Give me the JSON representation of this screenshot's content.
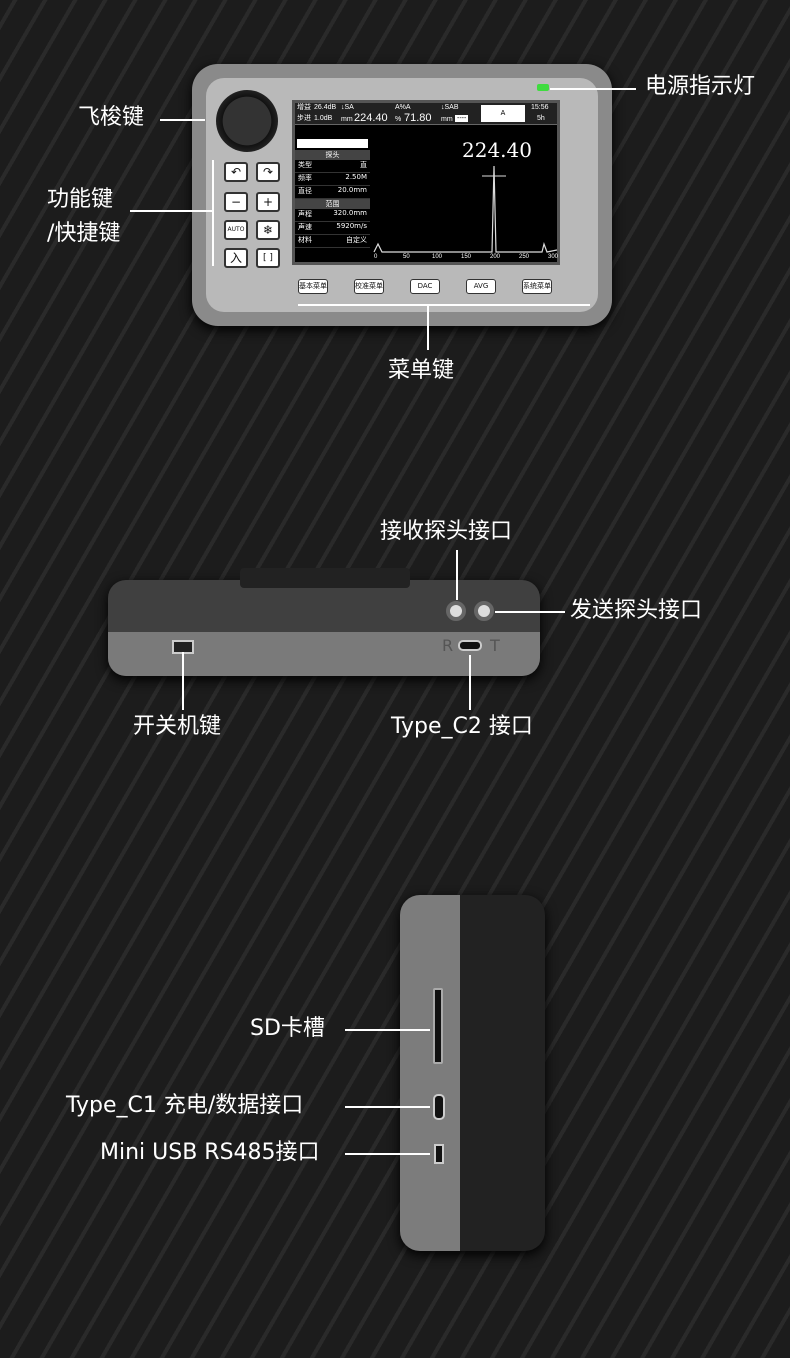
{
  "labels": {
    "jog_key": "飞梭键",
    "function_key_1": "功能键",
    "function_key_2": "/快捷键",
    "power_led": "电源指示灯",
    "menu_keys": "菜单键",
    "receive_port": "接收探头接口",
    "send_port": "发送探头接口",
    "power_key": "开关机键",
    "typec2": "Type_C2 接口",
    "sd_slot": "SD卡槽",
    "typec1": "Type_C1 充电/数据接口",
    "mini_usb": "Mini USB RS485接口"
  },
  "screen": {
    "gain_label": "增益",
    "gain": "26.4dB",
    "step_label": "步进",
    "step": "1.0dB",
    "sa_label": "↓SA",
    "sa": "224.40",
    "sa_unit": "mm",
    "aa_label": "A%A",
    "aa": "71.80",
    "aa_unit": "%",
    "sab_label": "↓SAB",
    "sab_unit": "mm",
    "sab": "----",
    "gate": "A",
    "time": "15:56",
    "battery": "5h",
    "big_value": "224.40",
    "probe_header": "探头",
    "params": [
      {
        "k": "类型",
        "v": "直"
      },
      {
        "k": "频率",
        "v": "2.50M"
      },
      {
        "k": "直径",
        "v": "20.0mm"
      }
    ],
    "range_header": "范围",
    "range_params": [
      {
        "k": "声程",
        "v": "320.0mm"
      },
      {
        "k": "声速",
        "v": "5920m/s"
      },
      {
        "k": "材料",
        "v": "自定义"
      }
    ],
    "x_ticks": [
      "0",
      "50",
      "100",
      "150",
      "200",
      "250",
      "300"
    ]
  },
  "menu": [
    "基本菜单",
    "校准菜单",
    "DAC",
    "AVG",
    "系统菜单"
  ],
  "keys": [
    "↶",
    "↷",
    "−",
    "+",
    "AUTO",
    "❄",
    "入",
    "[ ]"
  ],
  "port_letters": [
    "R",
    "T"
  ],
  "colors": {
    "led": "#3fdc3f",
    "body": "#8a8a8a"
  }
}
